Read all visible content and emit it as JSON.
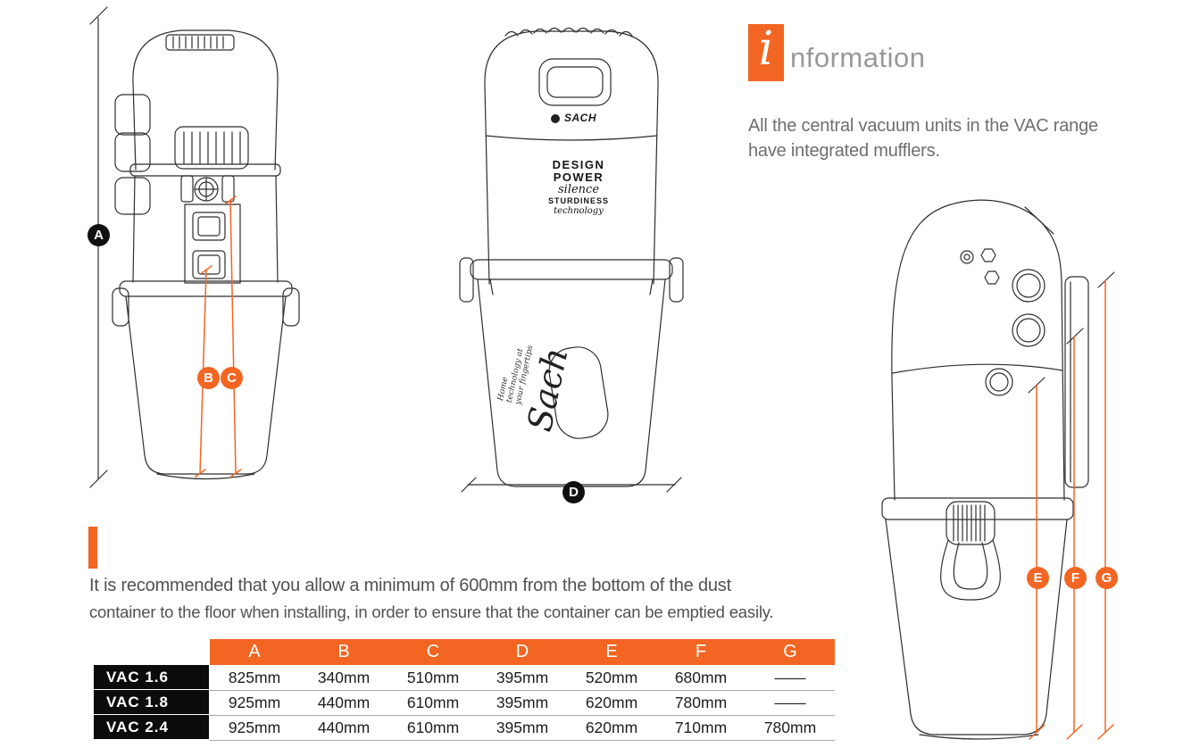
{
  "colors": {
    "accent": "#f26522",
    "label_black": "#101010",
    "gray_text": "#6d6e71"
  },
  "info": {
    "logo_letter": "i",
    "logo_rest": "nformation",
    "note_lines": [
      "All the central vacuum units in the VAC range",
      "have integrated mufflers."
    ]
  },
  "recommendation": {
    "lines": [
      "It is recommended that you allow a minimum of 600mm from the bottom of the dust",
      "container to the floor when installing, in order to ensure that the container can be emptied easily."
    ]
  },
  "callouts": {
    "a": "A",
    "b": "B",
    "c": "C",
    "d": "D",
    "e": "E",
    "f": "F",
    "g": "G"
  },
  "drawings": {
    "middle": {
      "brand": "SACH",
      "tagline_lines": [
        "DESIGN",
        "POWER",
        "silence",
        "STURDINESS",
        "technology"
      ],
      "script_brand": "Sach",
      "side_note": "Home technology at your fingertips"
    }
  },
  "table": {
    "columns": [
      "A",
      "B",
      "C",
      "D",
      "E",
      "F",
      "G"
    ],
    "rows": [
      {
        "model": "VAC 1.6",
        "values": [
          "825mm",
          "340mm",
          "510mm",
          "395mm",
          "520mm",
          "680mm",
          "——"
        ]
      },
      {
        "model": "VAC 1.8",
        "values": [
          "925mm",
          "440mm",
          "610mm",
          "395mm",
          "620mm",
          "780mm",
          "——"
        ]
      },
      {
        "model": "VAC 2.4",
        "values": [
          "925mm",
          "440mm",
          "610mm",
          "395mm",
          "620mm",
          "710mm",
          "780mm"
        ]
      }
    ]
  }
}
